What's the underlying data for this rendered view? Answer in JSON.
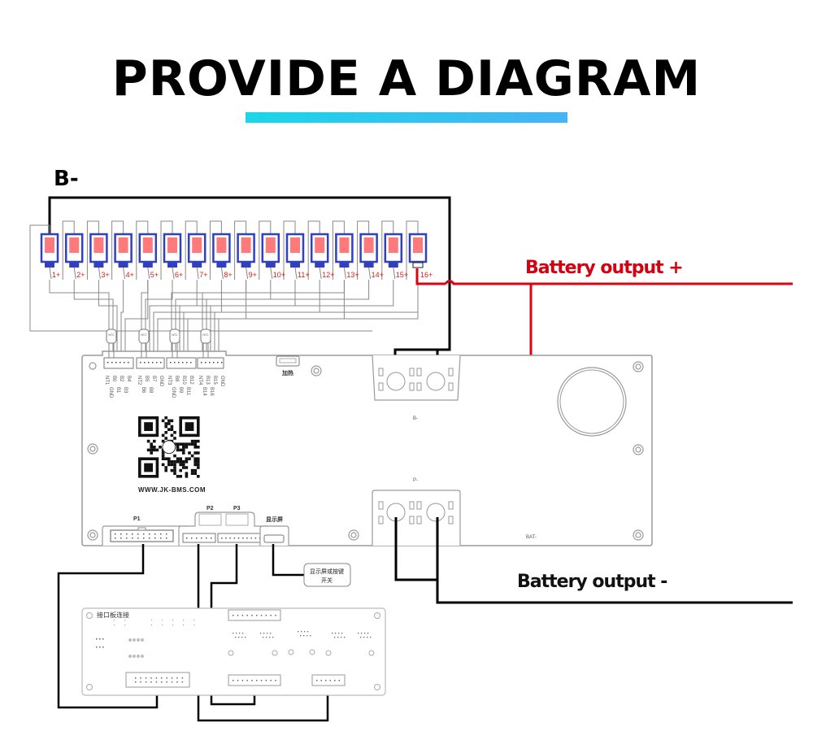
{
  "header": {
    "title": "PROVIDE A DIAGRAM",
    "underline_gradient": [
      "#1ad6e8",
      "#45b3f5"
    ]
  },
  "labels": {
    "b_minus": "B-",
    "battery_output_plus": "Battery output +",
    "battery_output_minus": "Battery output -",
    "b_terminal": "B-",
    "p_terminal": "P-",
    "bat_minus": "BAT-",
    "url": "WWW.JK-BMS.COM",
    "heating": "加热",
    "p1": "P1",
    "p2": "P2",
    "p3": "P3",
    "display": "显示屏",
    "display_switch_line1": "显示屏或按键",
    "display_switch_line2": "开关",
    "interface_board": "接口板连接",
    "ntc": "NTC"
  },
  "cells": {
    "count": 16,
    "labels": [
      "1+",
      "2+",
      "3+",
      "4+",
      "5+",
      "6+",
      "7+",
      "8+",
      "9+",
      "10+",
      "11+",
      "12+",
      "13+",
      "14+",
      "15+",
      "16+"
    ]
  },
  "connectors": [
    {
      "name": "balance-connector-1",
      "pins": [
        "NT1",
        "B0",
        "B2",
        "B4",
        "GND",
        "B1",
        "B3"
      ]
    },
    {
      "name": "balance-connector-2",
      "pins": [
        "NT2",
        "B5",
        "B7",
        "GND",
        "B6",
        "B8"
      ]
    },
    {
      "name": "balance-connector-3",
      "pins": [
        "NT3",
        "B8",
        "B10",
        "B12",
        "GND",
        "B9",
        "B11"
      ]
    },
    {
      "name": "balance-connector-4",
      "pins": [
        "NT4",
        "B13",
        "B15",
        "GND",
        "B14",
        "B16"
      ]
    }
  ],
  "colors": {
    "positive_wire": "#e00010",
    "negative_wire": "#000000",
    "cell_fill": "#ff7a7a",
    "cell_border": "#3040c0",
    "board_stroke": "#9a9a9a"
  }
}
